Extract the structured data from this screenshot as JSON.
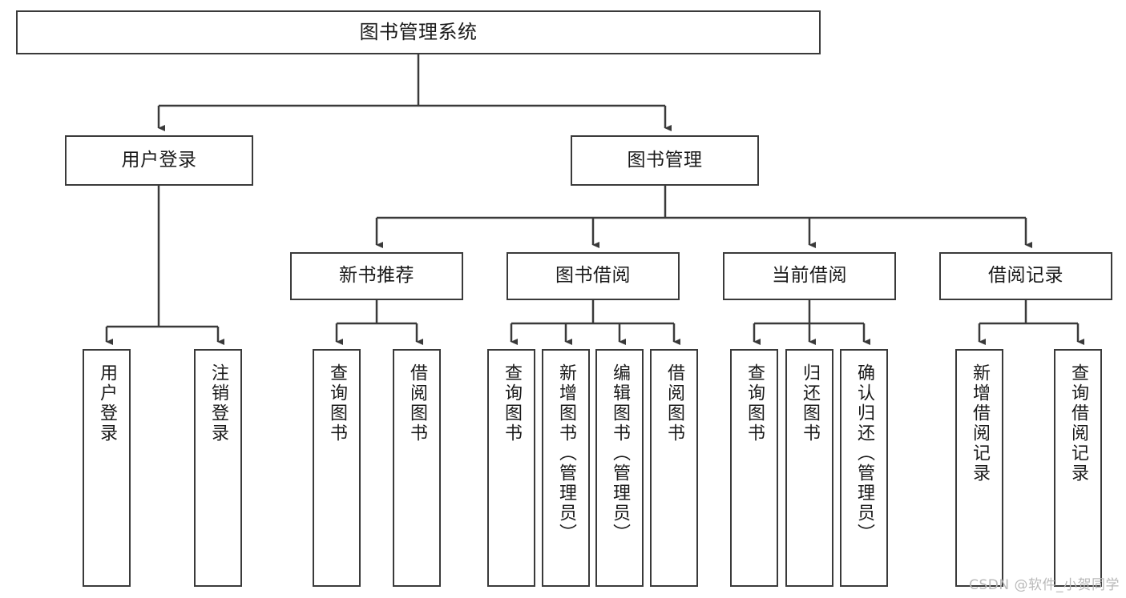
{
  "diagram": {
    "title": "图书管理系统",
    "type": "tree",
    "watermark": "CSDN @软件_小贺同学",
    "colors": {
      "stroke": "#3a3a3a",
      "fill": "#ffffff",
      "text": "#1a1a1a",
      "watermark": "#b9b9b9"
    },
    "nodes": {
      "root": {
        "label": "图书管理系统"
      },
      "l1": [
        {
          "label": "用户登录"
        },
        {
          "label": "图书管理"
        }
      ],
      "l2": [
        {
          "label": "新书推荐"
        },
        {
          "label": "图书借阅"
        },
        {
          "label": "当前借阅"
        },
        {
          "label": "借阅记录"
        }
      ],
      "leaves_login": [
        {
          "label": "用户登录"
        },
        {
          "label": "注销登录"
        }
      ],
      "leaves_newbook": [
        {
          "label": "查询图书"
        },
        {
          "label": "借阅图书"
        }
      ],
      "leaves_borrow": [
        {
          "label": "查询图书"
        },
        {
          "label": "新增图书（管理员）"
        },
        {
          "label": "编辑图书（管理员）"
        },
        {
          "label": "借阅图书"
        }
      ],
      "leaves_current": [
        {
          "label": "查询图书"
        },
        {
          "label": "归还图书"
        },
        {
          "label": "确认归还（管理员）"
        }
      ],
      "leaves_records": [
        {
          "label": "新增借阅记录"
        },
        {
          "label": "查询借阅记录"
        }
      ]
    }
  }
}
